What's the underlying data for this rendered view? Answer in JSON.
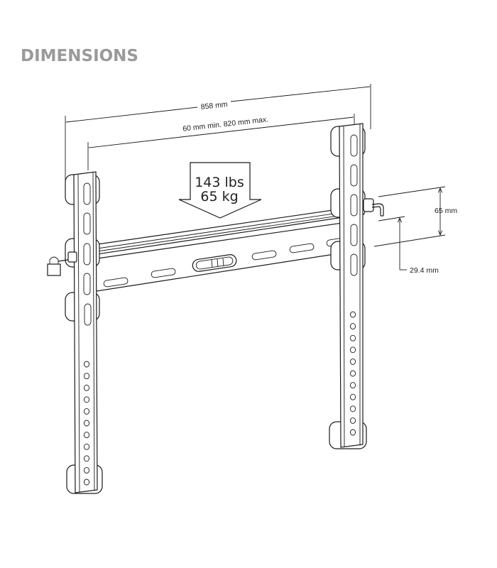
{
  "page": {
    "title": "DIMENSIONS"
  },
  "dimensions": {
    "overall_width": "858 mm",
    "mounting_range": "60 mm min. 820 mm max.",
    "wall_distance": "65 mm",
    "min_depth": "29.4 mm"
  },
  "load": {
    "imperial": "143 lbs",
    "metric": "65 kg"
  },
  "colors": {
    "title": "#9a9a9a",
    "line": "#1a1a1a",
    "background": "#ffffff"
  }
}
